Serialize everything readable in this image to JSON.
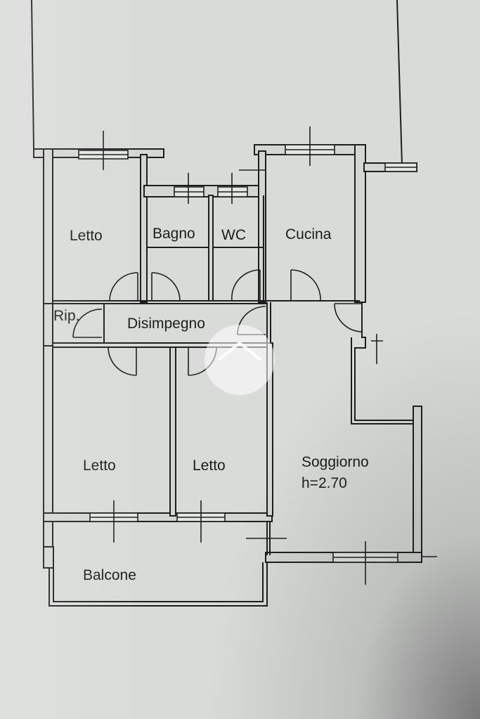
{
  "rooms": {
    "letto_top": "Letto",
    "bagno": "Bagno",
    "wc": "WC",
    "cucina": "Cucina",
    "ripostiglio": "Rip.",
    "disimpegno": "Disimpegno",
    "letto_left": "Letto",
    "letto_middle": "Letto",
    "soggiorno": "Soggiorno",
    "ceiling_height": "h=2.70",
    "balcone": "Balcone"
  },
  "colors": {
    "paper": "#d9dbd9",
    "line": "#1e1e1e",
    "wall_fill": "#d4d6d4"
  },
  "icons": {
    "watermark": "house-logo-icon"
  }
}
